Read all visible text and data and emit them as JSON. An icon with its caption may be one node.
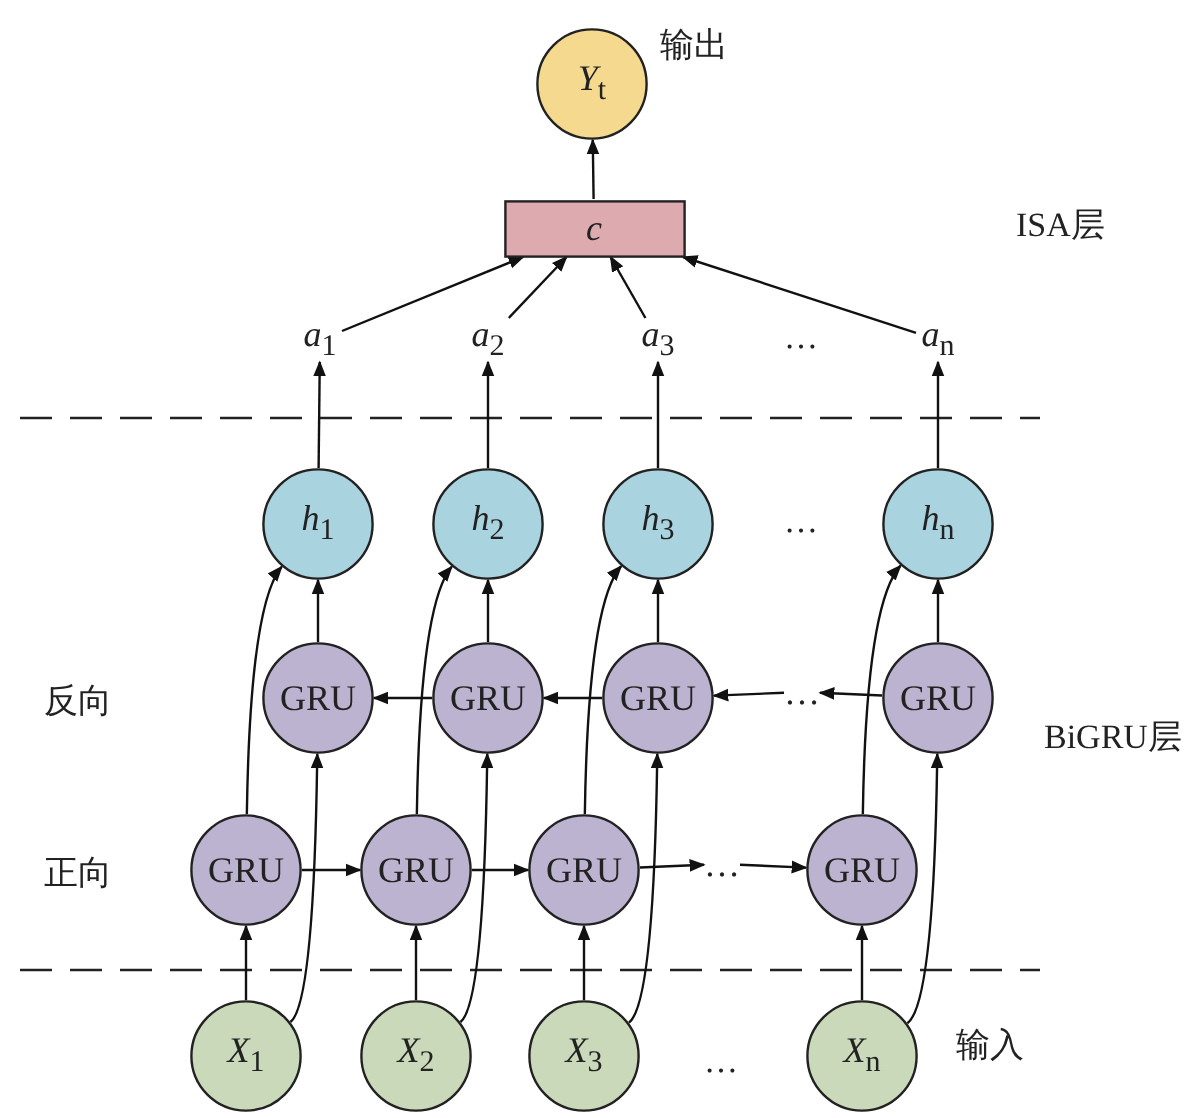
{
  "diagram": {
    "nodes": [
      {
        "text": [
          "*Y*$_{t}$"
        ],
        "beside": [
          "输出"
        ]
      },
      {
        "text": [
          "*c*"
        ]
      },
      {
        "text": [
          "*a*$_{1}$"
        ]
      },
      {
        "text": [
          "*a*$_{2}$"
        ]
      },
      {
        "text": [
          "*a*$_{3}$"
        ]
      },
      {
        "text": [
          "*a*$_{n}$"
        ]
      },
      {
        "text": [
          "*h*$_{1}$"
        ]
      },
      {
        "text": [
          "*h*$_{2}$"
        ]
      },
      {
        "text": [
          "*h*$_{3}$"
        ]
      },
      {
        "text": [
          "*h*$_{n}$"
        ]
      },
      {
        "text": [
          "GRU"
        ]
      },
      {
        "text": [
          "GRU"
        ]
      },
      {
        "text": [
          "GRU"
        ]
      },
      {
        "text": [
          "…"
        ]
      },
      {
        "text": [
          "GRU"
        ]
      },
      {
        "text": [
          "GRU"
        ]
      },
      {
        "text": [
          "GRU"
        ]
      },
      {
        "text": [
          "GRU"
        ]
      },
      {
        "text": [
          "…"
        ]
      },
      {
        "text": [
          "GRU"
        ]
      },
      {
        "text": [
          "*X*$_{1}$"
        ]
      },
      {
        "text": [
          "*X*$_{2}$"
        ]
      },
      {
        "text": [
          "*X*$_{3}$"
        ]
      },
      {
        "text": [
          "*X*$_{n}$"
        ]
      }
    ],
    "edges": [
      {
        "from": 1,
        "to": 0,
        "arrow": "to"
      },
      {
        "from": 2,
        "to": 1,
        "arrow": "to"
      },
      {
        "from": 3,
        "to": 1,
        "arrow": "to"
      },
      {
        "from": 4,
        "to": 1,
        "arrow": "to"
      },
      {
        "from": 5,
        "to": 1,
        "arrow": "to"
      },
      {
        "from": 6,
        "to": 2,
        "arrow": "to"
      },
      {
        "from": 7,
        "to": 3,
        "arrow": "to"
      },
      {
        "from": 8,
        "to": 4,
        "arrow": "to"
      },
      {
        "from": 9,
        "to": 5,
        "arrow": "to"
      },
      {
        "from": 10,
        "to": 6,
        "arrow": "to"
      },
      {
        "from": 11,
        "to": 7,
        "arrow": "to"
      },
      {
        "from": 12,
        "to": 8,
        "arrow": "to"
      },
      {
        "from": 14,
        "to": 9,
        "arrow": "to"
      },
      {
        "from": 15,
        "to": 6,
        "arrow": "to"
      },
      {
        "from": 16,
        "to": 7,
        "arrow": "to"
      },
      {
        "from": 17,
        "to": 8,
        "arrow": "to"
      },
      {
        "from": 19,
        "to": 9,
        "arrow": "to"
      },
      {
        "from": 11,
        "to": 10,
        "arrow": "to"
      },
      {
        "from": 12,
        "to": 11,
        "arrow": "to"
      },
      {
        "from": 13,
        "to": 12,
        "arrow": "to"
      },
      {
        "from": 14,
        "to": 13,
        "arrow": "to"
      },
      {
        "from": 15,
        "to": 16,
        "arrow": "to"
      },
      {
        "from": 16,
        "to": 17,
        "arrow": "to"
      },
      {
        "from": 17,
        "to": 18,
        "arrow": "to"
      },
      {
        "from": 18,
        "to": 19,
        "arrow": "to"
      },
      {
        "from": 20,
        "to": 15,
        "arrow": "to"
      },
      {
        "from": 21,
        "to": 16,
        "arrow": "to"
      },
      {
        "from": 22,
        "to": 17,
        "arrow": "to"
      },
      {
        "from": 23,
        "to": 19,
        "arrow": "to"
      },
      {
        "from": 20,
        "to": 10,
        "arrow": "to"
      },
      {
        "from": 21,
        "to": 11,
        "arrow": "to"
      },
      {
        "from": 22,
        "to": 12,
        "arrow": "to"
      },
      {
        "from": 23,
        "to": 14,
        "arrow": "to"
      }
    ],
    "labels": [
      "ISA层",
      "…",
      "…",
      "反向",
      "BiGRU层",
      "正向",
      "输入",
      "…"
    ]
  }
}
